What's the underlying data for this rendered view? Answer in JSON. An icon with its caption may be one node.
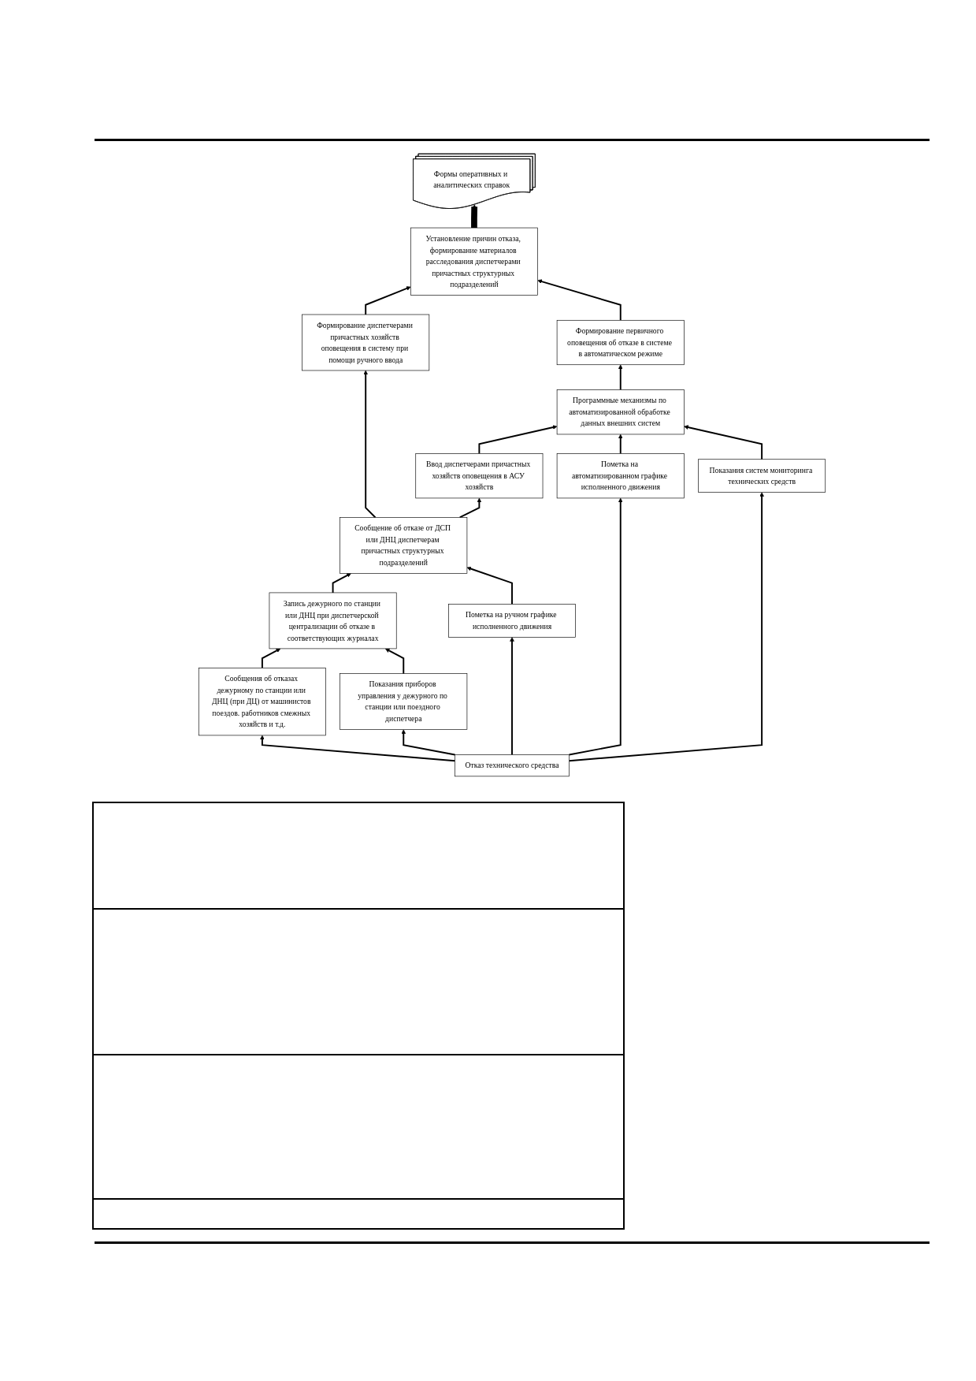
{
  "diagram": {
    "nodes": [
      {
        "text": [
          "Формы оперативных и аналитических справок"
        ]
      },
      {
        "text": [
          "Формирование диспетчерами причастных хозяйств оповещения в систему при помощи ручного ввода"
        ]
      },
      {
        "text": [
          "Установление причин отказа, формирование материалов расследования диспетчерами причастных структурных подразделений"
        ]
      },
      {
        "text": [
          "Формирование первичного оповещения об отказе в системе в автоматическом режиме"
        ]
      },
      {
        "text": [
          "Сообщение об отказе от ДСП или ДНЦ диспетчерам причастных структурных подразделений"
        ]
      },
      {
        "text": [
          "Ввод диспетчерами причастных хозяйств оповещения в АСУ хозяйств"
        ]
      },
      {
        "text": [
          "Программные механизмы по автоматизированной обработке данных внешних систем"
        ]
      },
      {
        "text": [
          "Запись дежурного по станции или ДНЦ при диспетчерской централизации об отказе в соответствующих журналах"
        ]
      },
      {
        "text": [
          "Сообщения об отказах дежурному по станции или ДНЦ (при ДЦ) от машинистов поездов. работников смежных хозяйств и т.д."
        ]
      },
      {
        "text": [
          "Показания приборов управления у дежурного по станции или поездного диспетчера"
        ]
      },
      {
        "text": [
          "Пометка на ручном графике исполненного движения"
        ]
      },
      {
        "text": [
          "Пометка на автоматизированном графике исполненного движения"
        ]
      },
      {
        "text": [
          "Показания систем мониторинга технических средств"
        ]
      },
      {
        "text": [
          "Отказ технического средства"
        ]
      }
    ],
    "edges": [
      {
        "from": 2,
        "to": 0,
        "arrow": "to",
        "style": "thick"
      },
      {
        "from": 1,
        "to": 2,
        "arrow": "to"
      },
      {
        "from": 3,
        "to": 2,
        "arrow": "to"
      },
      {
        "from": 4,
        "to": 1,
        "arrow": "to"
      },
      {
        "from": 4,
        "to": 5,
        "arrow": "to"
      },
      {
        "from": 5,
        "to": 6,
        "arrow": "to"
      },
      {
        "from": 6,
        "to": 3,
        "arrow": "to"
      },
      {
        "from": 7,
        "to": 4,
        "arrow": "to"
      },
      {
        "from": 10,
        "to": 4,
        "arrow": "to"
      },
      {
        "from": 11,
        "to": 6,
        "arrow": "to"
      },
      {
        "from": 12,
        "to": 6,
        "arrow": "to"
      },
      {
        "from": 8,
        "to": 7,
        "arrow": "to"
      },
      {
        "from": 9,
        "to": 7,
        "arrow": "to"
      },
      {
        "from": 13,
        "to": 8,
        "arrow": "to"
      },
      {
        "from": 13,
        "to": 9,
        "arrow": "to"
      },
      {
        "from": 13,
        "to": 10,
        "arrow": "to"
      },
      {
        "from": 13,
        "to": 11,
        "arrow": "to"
      },
      {
        "from": 13,
        "to": 12,
        "arrow": "to"
      }
    ]
  }
}
